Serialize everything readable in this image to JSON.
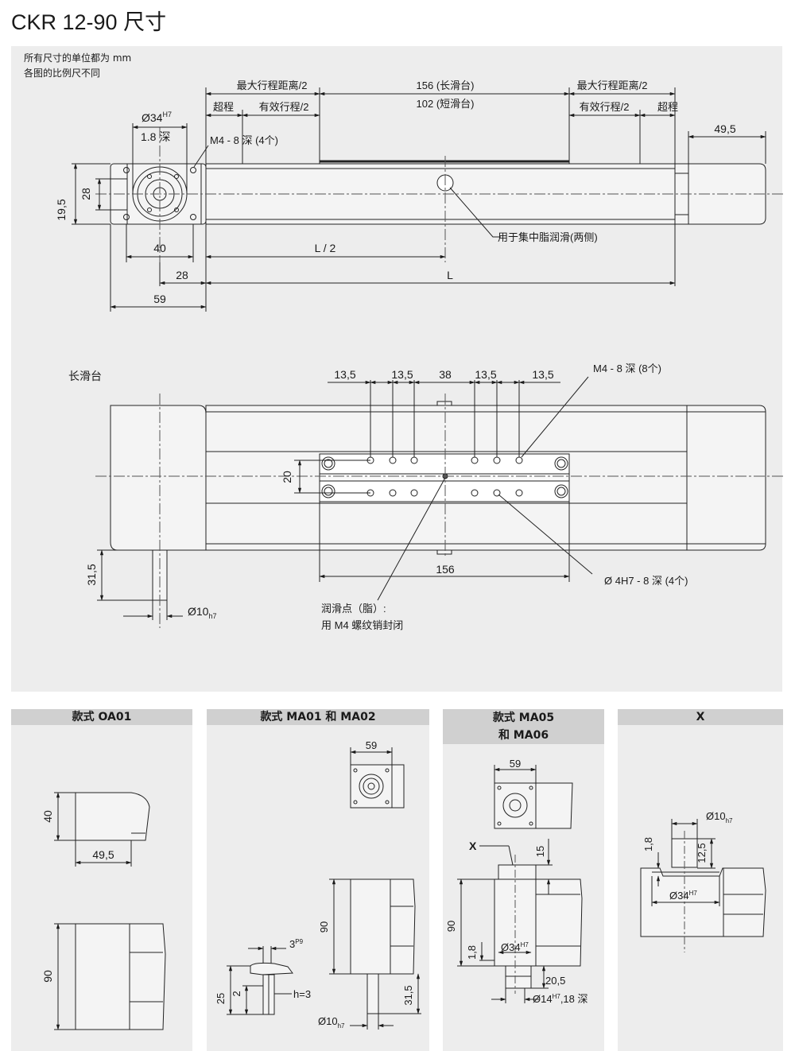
{
  "title": "CKR 12-90 尺寸",
  "notes": [
    "所有尺寸的单位都为 mm",
    "各图的比例尺不同"
  ],
  "top_view": {
    "max_travel_left": "最大行程距离/2",
    "max_travel_right": "最大行程距离/2",
    "long_slide": "156 (长滑台)",
    "short_slide": "102 (短滑台)",
    "overtravel_left": "超程",
    "overtravel_right": "超程",
    "eff_travel_left": "有效行程/2",
    "eff_travel_right": "有效行程/2",
    "d34": "Ø34",
    "d34_tol": "H7",
    "depth_1_8": "1.8 深",
    "m4_holes": "M4 - 8 深 (4个)",
    "dim_49_5": "49,5",
    "dim_19_5": "19,5",
    "dim_28_v": "28",
    "dim_40": "40",
    "dim_L2": "L / 2",
    "dim_28_h": "28",
    "dim_L": "L",
    "dim_59": "59",
    "lube_note": "用于集中脂润滑(两侧)"
  },
  "slide_view": {
    "label": "长滑台",
    "d_13_5_a": "13,5",
    "d_13_5_b": "13,5",
    "d_38": "38",
    "d_13_5_c": "13,5",
    "d_13_5_d": "13,5",
    "m4_8": "M4 - 8 深 (8个)",
    "d_20": "20",
    "d_31_5": "31,5",
    "d_156": "156",
    "d10": "Ø10",
    "d10_tol": "h7",
    "pin_holes": "Ø 4H7 - 8 深 (4个)",
    "lube_point": "润滑点（脂）:",
    "lube_plug": "用 M4 螺纹销封闭"
  },
  "panels": {
    "oa01": {
      "header": "款式 OA01",
      "d40": "40",
      "d49_5": "49,5",
      "d90": "90"
    },
    "ma01": {
      "header": "款式 MA01 和 MA02",
      "d59": "59",
      "d3": "3",
      "d3_tol": "P9",
      "d90": "90",
      "d25": "25",
      "d2": "2",
      "h3": "h=3",
      "d10": "Ø10",
      "d10_tol": "h7",
      "d31_5": "31,5"
    },
    "ma05": {
      "header_l1": "款式 MA05",
      "header_l2": "和 MA06",
      "d59": "59",
      "x": "X",
      "d15": "15",
      "d90": "90",
      "d1_8": "1,8",
      "d34": "Ø34",
      "d34_tol": "H7",
      "d20_5": "20,5",
      "d14": "Ø14",
      "d14_tol": "H7",
      "d14_tail": ",18 深"
    },
    "x": {
      "header": "X",
      "d10": "Ø10",
      "d10_tol": "h7",
      "d1_8": "1,8",
      "d12_5": "12,5",
      "d34": "Ø34",
      "d34_tol": "H7"
    }
  },
  "colors": {
    "panel_bg": "#ededed",
    "header_bg": "#d0d0d0",
    "body_fill": "#f4f4f4"
  }
}
